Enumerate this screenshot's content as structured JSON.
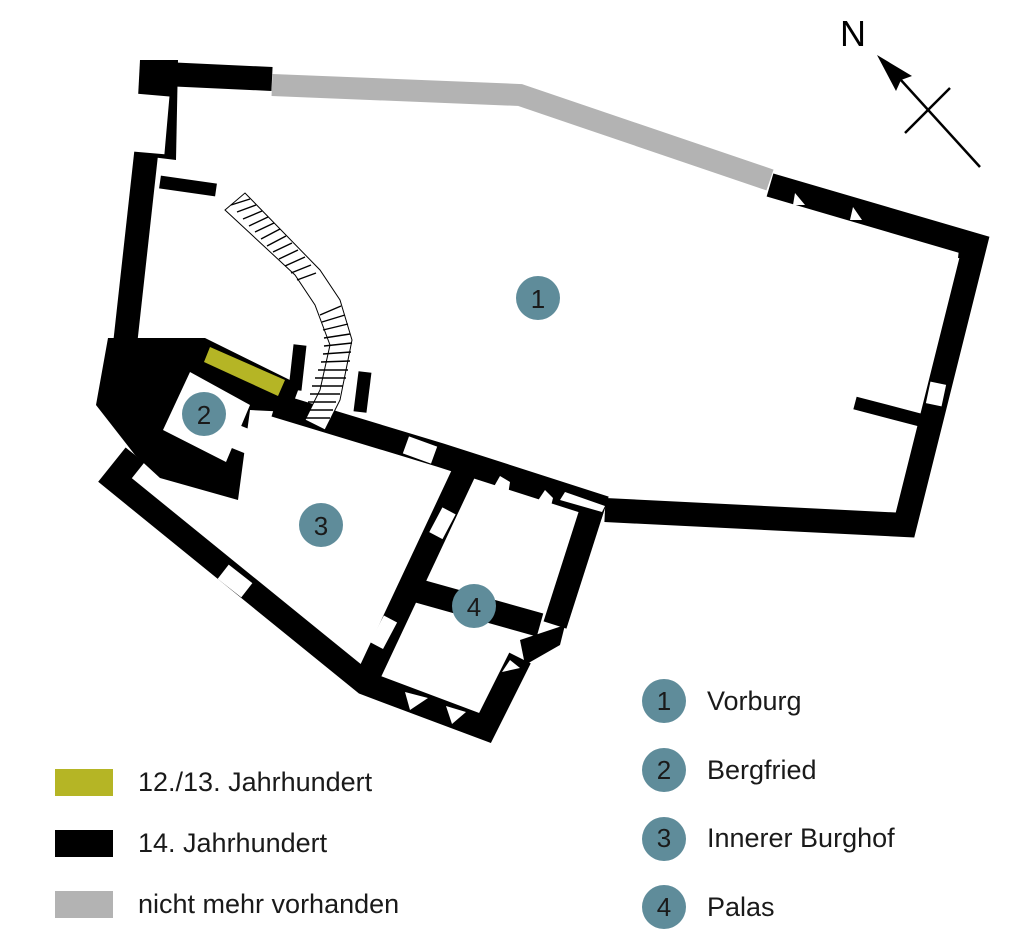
{
  "colors": {
    "period_12_13": "#b5b525",
    "period_14": "#000000",
    "lost": "#b3b3b3",
    "marker": "#5f8c9a"
  },
  "north_label": "N",
  "markers": [
    "1",
    "2",
    "3",
    "4"
  ],
  "legend": [
    {
      "label": "12./13. Jahrhundert",
      "color_key": "period_12_13"
    },
    {
      "label": "14. Jahrhundert",
      "color_key": "period_14"
    },
    {
      "label": "nicht mehr vorhanden",
      "color_key": "lost"
    }
  ],
  "key": [
    {
      "number": "1",
      "label": "Vorburg"
    },
    {
      "number": "2",
      "label": "Bergfried"
    },
    {
      "number": "3",
      "label": "Innerer Burghof"
    },
    {
      "number": "4",
      "label": "Palas"
    }
  ]
}
